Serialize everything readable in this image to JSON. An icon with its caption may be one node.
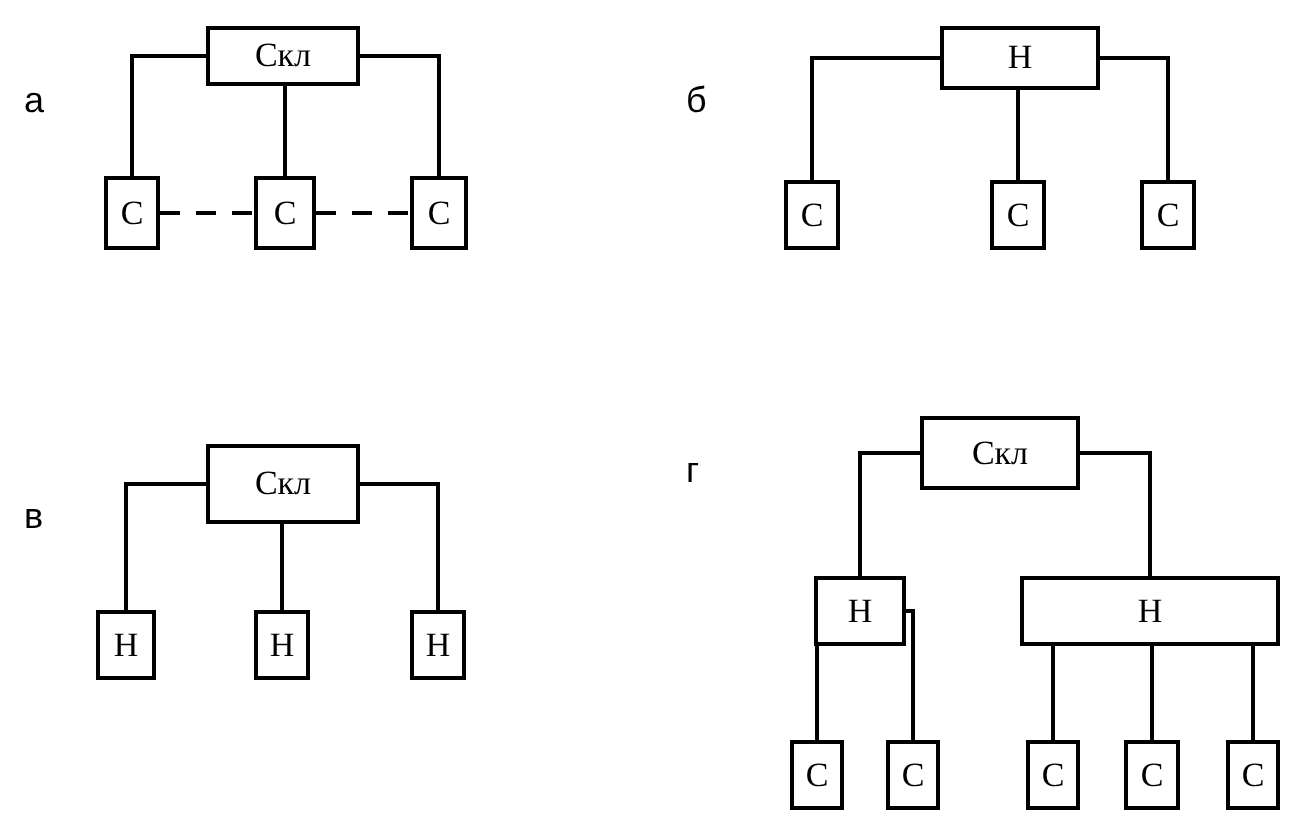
{
  "diagram": {
    "nodes": [
      {
        "text": [
          "Скл"
        ]
      },
      {
        "text": [
          "С"
        ]
      },
      {
        "text": [
          "С"
        ]
      },
      {
        "text": [
          "С"
        ]
      },
      {
        "text": [
          "Н"
        ]
      },
      {
        "text": [
          "С"
        ]
      },
      {
        "text": [
          "С"
        ]
      },
      {
        "text": [
          "С"
        ]
      },
      {
        "text": [
          "Скл"
        ]
      },
      {
        "text": [
          "Н"
        ]
      },
      {
        "text": [
          "Н"
        ]
      },
      {
        "text": [
          "Н"
        ]
      },
      {
        "text": [
          "Скл"
        ]
      },
      {
        "text": [
          "Н"
        ]
      },
      {
        "text": [
          "Н"
        ]
      },
      {
        "text": [
          "С"
        ]
      },
      {
        "text": [
          "С"
        ]
      },
      {
        "text": [
          "С"
        ]
      },
      {
        "text": [
          "С"
        ]
      },
      {
        "text": [
          "С"
        ]
      }
    ],
    "edges": [
      {
        "from": 0,
        "to": 1,
        "arrow": "none"
      },
      {
        "from": 0,
        "to": 2,
        "arrow": "none"
      },
      {
        "from": 0,
        "to": 3,
        "arrow": "none"
      },
      {
        "from": 1,
        "to": 2,
        "arrow": "none",
        "style": "dashed"
      },
      {
        "from": 2,
        "to": 3,
        "arrow": "none",
        "style": "dashed"
      },
      {
        "from": 4,
        "to": 5,
        "arrow": "none"
      },
      {
        "from": 4,
        "to": 6,
        "arrow": "none"
      },
      {
        "from": 4,
        "to": 7,
        "arrow": "none"
      },
      {
        "from": 8,
        "to": 9,
        "arrow": "none"
      },
      {
        "from": 8,
        "to": 10,
        "arrow": "none"
      },
      {
        "from": 8,
        "to": 11,
        "arrow": "none"
      },
      {
        "from": 12,
        "to": 13,
        "arrow": "none"
      },
      {
        "from": 12,
        "to": 14,
        "arrow": "none"
      },
      {
        "from": 13,
        "to": 15,
        "arrow": "none"
      },
      {
        "from": 13,
        "to": 16,
        "arrow": "none"
      },
      {
        "from": 14,
        "to": 17,
        "arrow": "none"
      },
      {
        "from": 14,
        "to": 18,
        "arrow": "none"
      },
      {
        "from": 14,
        "to": 19,
        "arrow": "none"
      }
    ],
    "labels": [
      "а",
      "б",
      "в",
      "г"
    ]
  }
}
